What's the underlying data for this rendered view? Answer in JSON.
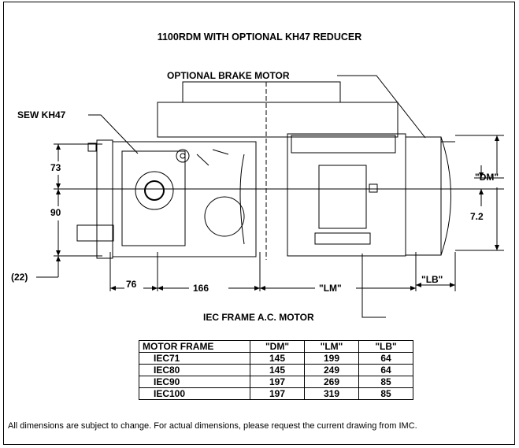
{
  "title": "1100RDM WITH OPTIONAL KH47 REDUCER",
  "labels": {
    "brake_motor": "OPTIONAL BRAKE MOTOR",
    "reducer": "SEW KH47",
    "ac_motor": "IEC FRAME A.C. MOTOR",
    "dm": "\"DM\"",
    "lm": "\"LM\"",
    "lb": "\"LB\""
  },
  "dimensions": {
    "d73": "73",
    "d90": "90",
    "d22": "(22)",
    "d76": "76",
    "d166": "166",
    "d7_2": "7.2"
  },
  "table": {
    "headers": [
      "MOTOR FRAME",
      "\"DM\"",
      "\"LM\"",
      "\"LB\""
    ],
    "rows": [
      [
        "IEC71",
        "145",
        "199",
        "64"
      ],
      [
        "IEC80",
        "145",
        "249",
        "64"
      ],
      [
        "IEC90",
        "197",
        "269",
        "85"
      ],
      [
        "IEC100",
        "197",
        "319",
        "85"
      ]
    ]
  },
  "note": "All dimensions are subject to change. For actual dimensions, please request the current drawing from IMC."
}
